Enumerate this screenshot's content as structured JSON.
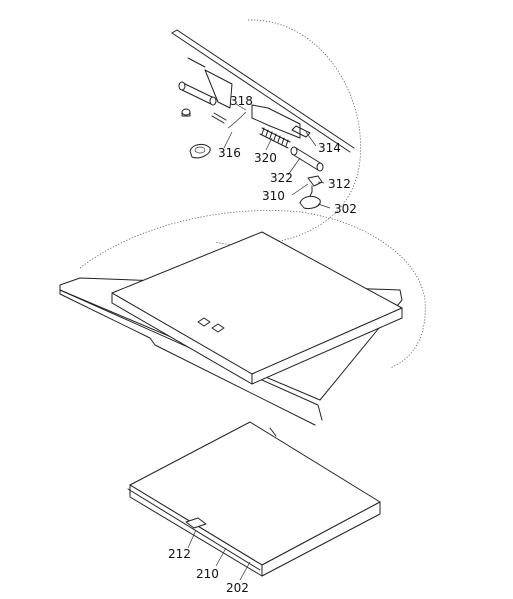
{
  "labels": {
    "l202": "202",
    "l210": "210",
    "l212": "212",
    "l302": "302",
    "l310": "310",
    "l312": "312",
    "l314": "314",
    "l316": "316",
    "l318": "318",
    "l320": "320",
    "l322": "322"
  }
}
